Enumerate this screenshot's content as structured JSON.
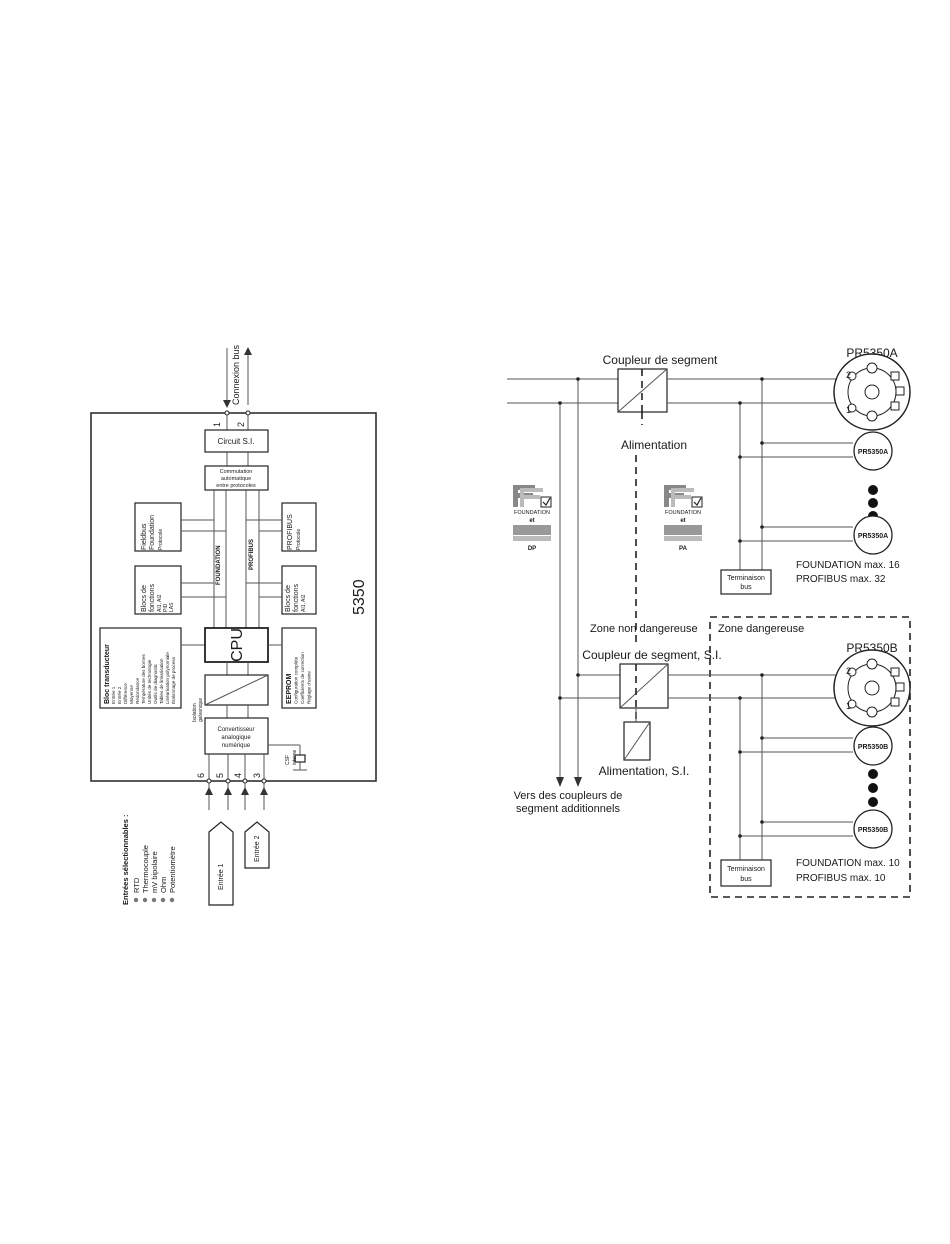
{
  "left": {
    "connexion_bus": "Connexion bus",
    "terminal_1": "1",
    "terminal_2": "2",
    "circuit_si": "Circuit S.I.",
    "commutation_l1": "Commutation",
    "commutation_l2": "automatique",
    "commutation_l3": "entre protocoles",
    "fieldbus_l1": "Fieldbus",
    "fieldbus_l2": "Foundation",
    "fieldbus_l3": "Protocole",
    "profibus_l1": "PROFIBUS",
    "profibus_l2": "Protocole",
    "foundation_bus": "FOUNDATION",
    "profibus_bus": "PROFIBUS",
    "blocs_ff_l1": "Blocs de",
    "blocs_ff_l2": "fonctions",
    "blocs_ff_l3": "AI1, AI2",
    "blocs_ff_l4": "PID",
    "blocs_ff_l5": "LAS",
    "blocs_pb_l1": "Blocs de",
    "blocs_pb_l2": "fonctions",
    "blocs_pb_l3": "AI1, AI2",
    "transducer_lines": [
      "Bloc transducteur",
      "Entrée 1",
      "Entrée 2",
      "Différence",
      "Moyenne",
      "Redondance",
      "Température des bornes",
      "Unités de technologie",
      "Outils de diagnostic",
      "Tables de linéarisation",
      "Linéarisation polynomiale",
      "Étalonnage de process"
    ],
    "cpu": "CPU",
    "eeprom_lines": [
      "EEPROM",
      "Configuration complète",
      "Coefficients de correction",
      "Réglage d'usine"
    ],
    "isolation_l1": "Isolation",
    "isolation_l2": "galvanique",
    "converter_l1": "Convertisseur",
    "converter_l2": "analogique",
    "converter_l3": "numérique",
    "csf_l1": "CSF",
    "csf_l2": "interne",
    "model": "5350",
    "input_terminals": [
      "6",
      "5",
      "4",
      "3"
    ],
    "inputs_title": "Entrées sélectionnables :",
    "inputs_list": [
      "RTD",
      "Thermocouple",
      "mV bipolaire",
      "Ohm",
      "Potentiomètre"
    ],
    "entree_1": "Entrée 1",
    "entree_2": "Entrée 2"
  },
  "right": {
    "coupleur": "Coupleur de segment",
    "alimentation": "Alimentation",
    "pr5350a": "PR5350A",
    "device_a": "PR5350A",
    "logo_foundation": "FOUNDATION",
    "logo_et": "et",
    "logo_dp": "DP",
    "logo_pa": "PA",
    "terminaison_l1": "Terminaison",
    "terminaison_l2": "bus",
    "ff_max_a": "FOUNDATION max. 16",
    "pb_max_a": "PROFIBUS max. 32",
    "zone_non": "Zone non dangereuse",
    "zone_dang": "Zone dangereuse",
    "coupleur_si": "Coupleur de segment, S.I.",
    "alimentation_si": "Alimentation, S.I.",
    "pr5350b": "PR5350B",
    "device_b": "PR5350B",
    "vers_l1": "Vers des coupleurs de",
    "vers_l2": "segment additionnels",
    "ff_max_b": "FOUNDATION max. 10",
    "pb_max_b": "PROFIBUS max. 10",
    "head_term_2": "2",
    "head_term_1": "1"
  }
}
